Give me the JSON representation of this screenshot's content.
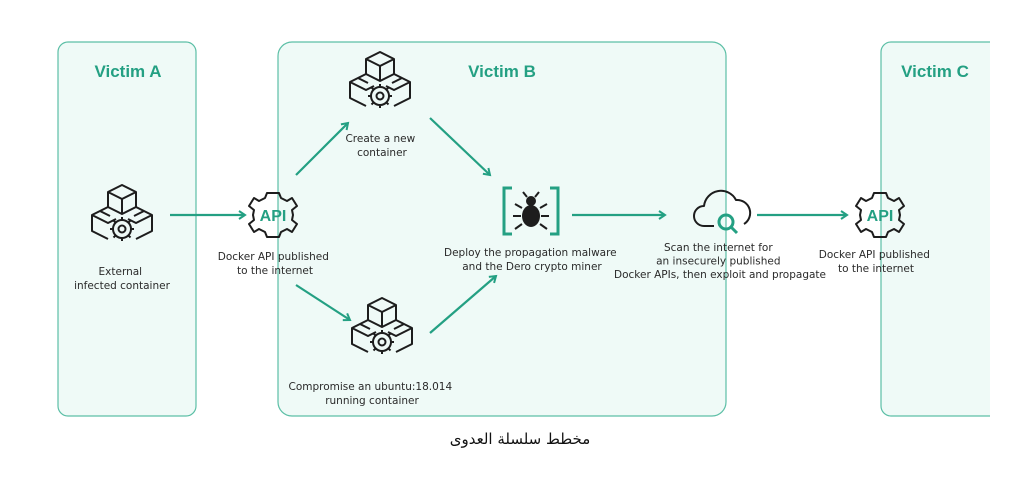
{
  "colors": {
    "accent": "#24a083",
    "panel_fill": "#effaf7",
    "panel_border": "#5cbfa6"
  },
  "panels": {
    "victim_a": {
      "title": "Victim A"
    },
    "victim_b": {
      "title": "Victim B"
    },
    "victim_c": {
      "title": "Victim C"
    }
  },
  "nodes": {
    "external_container": {
      "icon": "container-gear-icon",
      "lines": [
        "External",
        "infected container"
      ]
    },
    "api_b": {
      "icon": "api-gear-icon",
      "icon_text": "API",
      "lines": [
        "Docker API published",
        "to the internet"
      ]
    },
    "create_container": {
      "icon": "container-gear-icon",
      "lines": [
        "Create a new",
        "container"
      ]
    },
    "compromise_container": {
      "icon": "container-gear-icon",
      "lines": [
        "Compromise an ubuntu:18.014",
        "running container"
      ]
    },
    "deploy_malware": {
      "icon": "bug-icon",
      "lines": [
        "Deploy the propagation malware",
        "and the Dero crypto miner"
      ]
    },
    "scan_internet": {
      "icon": "cloud-search-icon",
      "lines": [
        "Scan the internet for",
        "an insecurely published",
        "Docker APIs, then exploit and propagate"
      ]
    },
    "api_c": {
      "icon": "api-gear-icon",
      "icon_text": "API",
      "lines": [
        "Docker API published",
        "to the internet"
      ]
    }
  },
  "caption": "مخطط سلسلة العدوى"
}
